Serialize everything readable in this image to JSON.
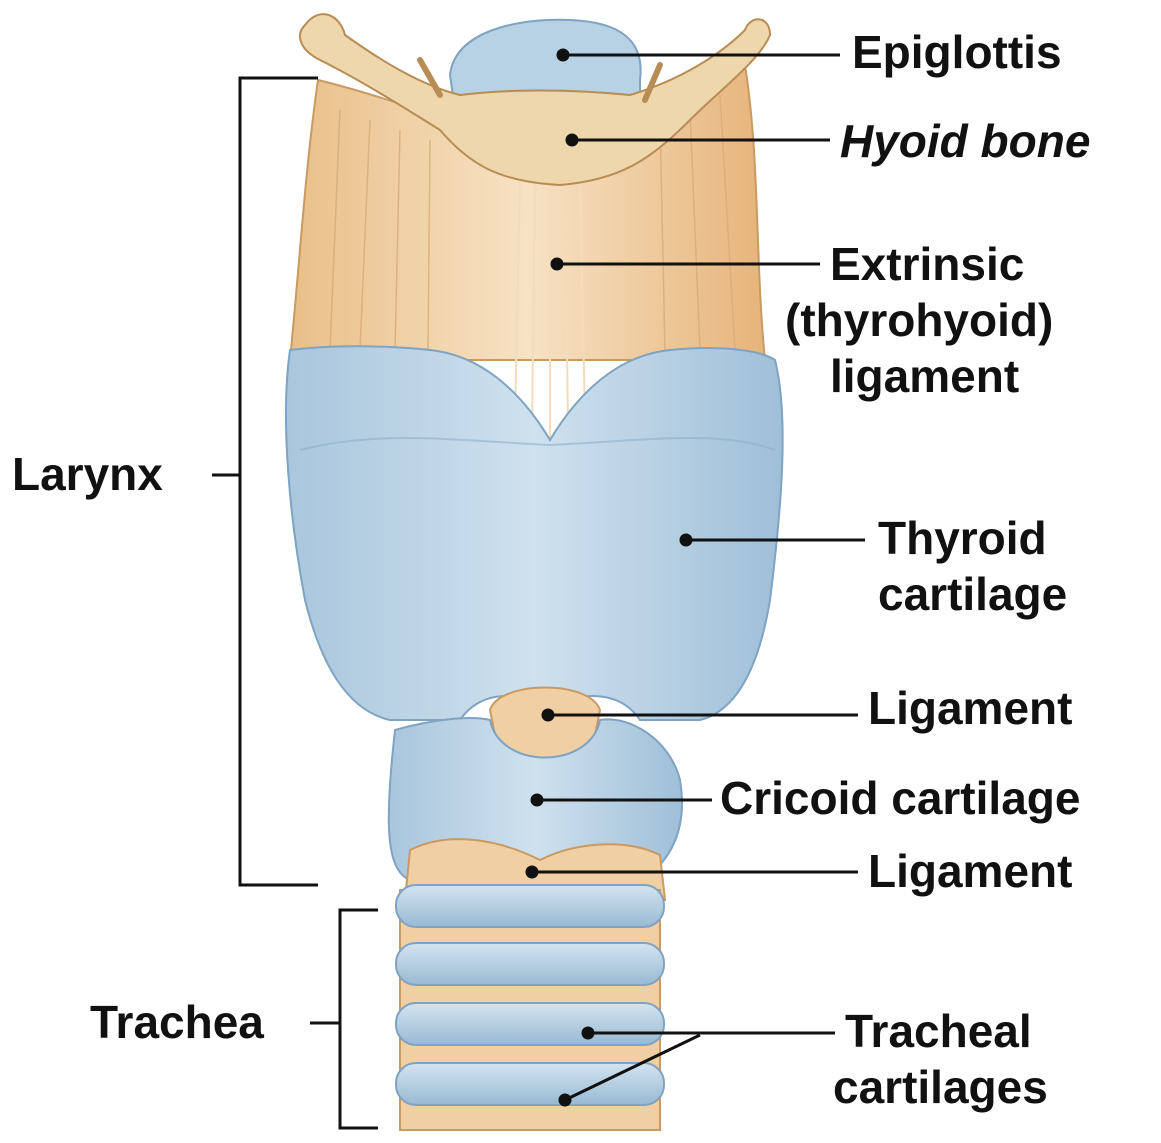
{
  "diagram": {
    "labels": {
      "epiglottis": "Epiglottis",
      "hyoid_bone": "Hyoid bone",
      "extrinsic_ligament": [
        "Extrinsic",
        "(thyrohyoid)",
        "ligament"
      ],
      "thyroid_cartilage": [
        "Thyroid",
        "cartilage"
      ],
      "ligament_upper": "Ligament",
      "cricoid_cartilage": "Cricoid cartilage",
      "ligament_lower": "Ligament",
      "tracheal_cartilages": [
        "Tracheal",
        "cartilages"
      ],
      "larynx": "Larynx",
      "trachea": "Trachea"
    },
    "colors": {
      "cartilage_blue": "#b9d3e6",
      "cartilage_blue_dark": "#8fb3d0",
      "ligament_tan": "#f0cfa3",
      "ligament_tan_dark": "#d9a86e",
      "bone": "#efd7ae",
      "leader_line": "#111111"
    }
  }
}
